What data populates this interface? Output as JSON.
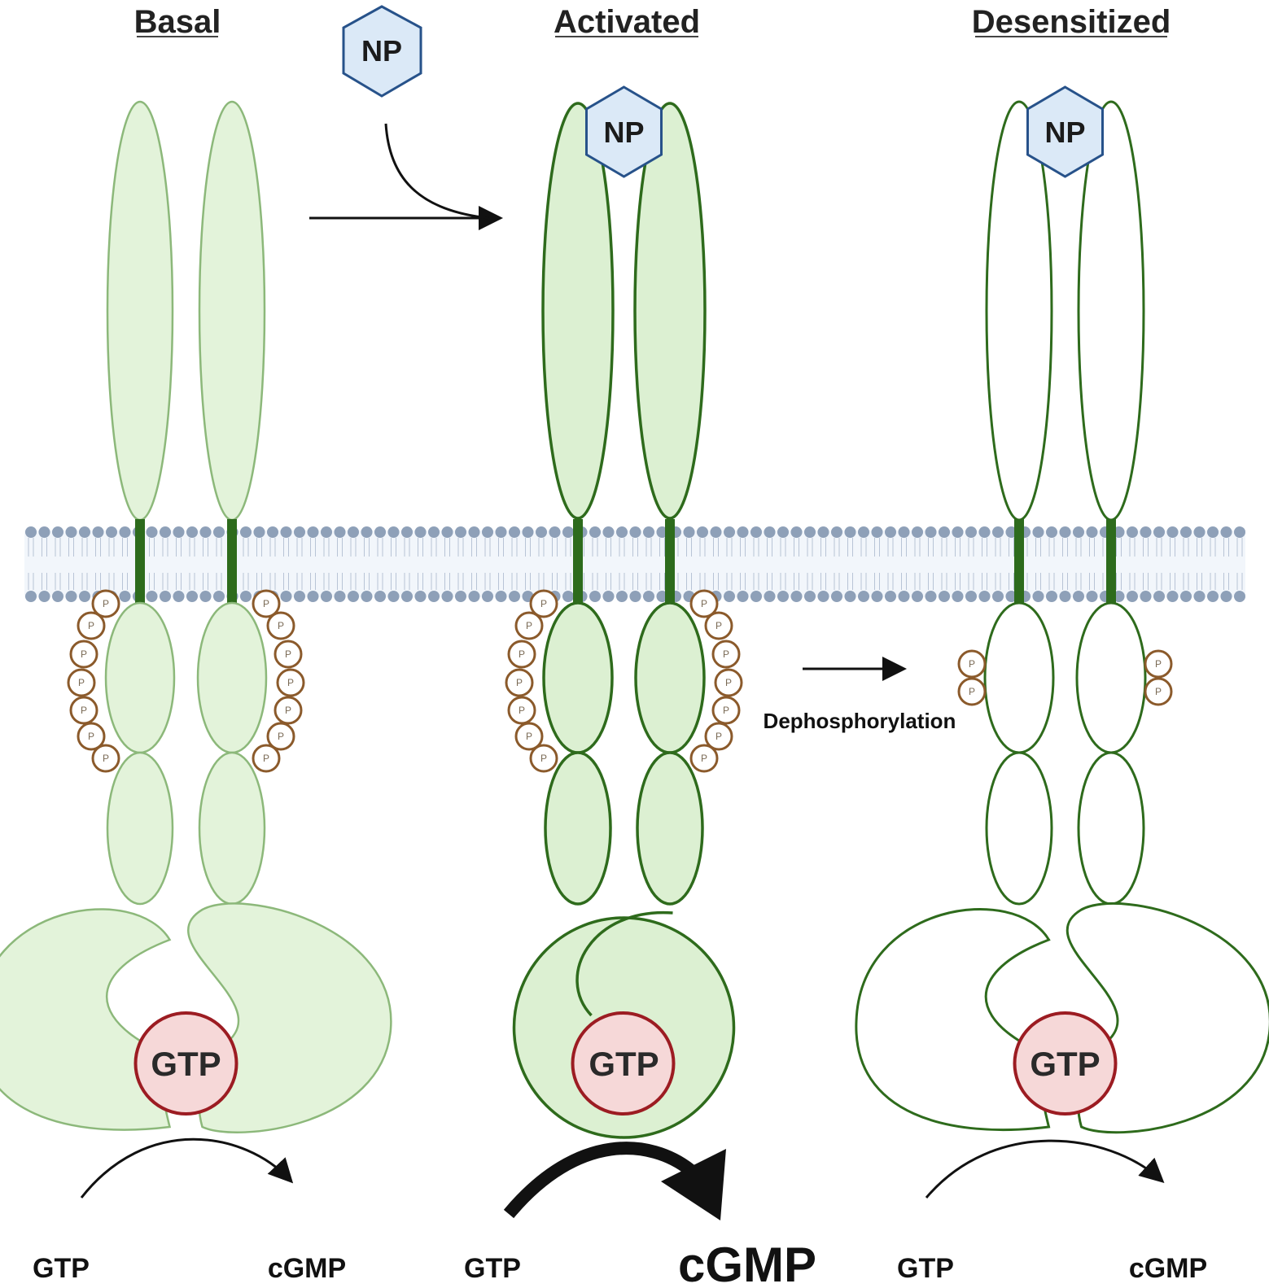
{
  "panels": {
    "basal": {
      "title": "Basal",
      "gtp": "GTP",
      "substrate": "GTP",
      "product": "cGMP"
    },
    "activated": {
      "title": "Activated",
      "np": "NP",
      "gtp": "GTP",
      "substrate": "GTP",
      "product": "cGMP"
    },
    "desensitized": {
      "title": "Desensitized",
      "np": "NP",
      "gtp": "GTP",
      "substrate": "GTP",
      "product": "cGMP"
    }
  },
  "free_ligand": "NP",
  "phospho_label": "P",
  "dephosphorylation_label": "Dephosphorylation",
  "colors": {
    "basal_stroke": "#8cb87a",
    "basal_fill": "#e3f3da",
    "active_stroke": "#2e6b1c",
    "active_fill": "#dcf0d2",
    "tm_helix": "#2d6b1c",
    "membrane_head": "#8ea0b8",
    "np_fill": "#dbe9f7",
    "np_stroke": "#27528a",
    "gtp_fill": "#f6d8d8",
    "gtp_stroke": "#9c1c22",
    "phospho_stroke": "#8b5a2b"
  },
  "phosphorylation_count": {
    "basal": [
      7,
      7
    ],
    "activated": [
      7,
      7
    ],
    "desensitized": [
      2,
      2
    ]
  }
}
